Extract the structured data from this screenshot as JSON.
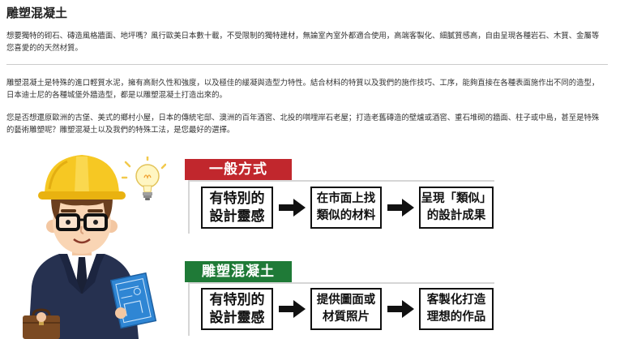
{
  "page": {
    "title": "雕塑混凝土"
  },
  "intro": {
    "lines": [
      "想要獨特的砌石、磚造風格牆面、地坪嗎？風行歐美日本數十載，不受限制的獨特建材，無論室內室外都適合使用，高端客製化、細膩質感高，自由呈現各種岩石、木質、金屬等",
      "您喜愛的的天然材質。"
    ]
  },
  "description": {
    "lines": [
      "雕塑混凝土是特殊的進口輕質水泥，擁有高耐久性和強度，以及極佳的緩凝與造型力特性。結合材料的特質以及我們的施作技巧、工序，能夠直接在各種表面施作出不同的造型，",
      "日本迪士尼的各種城堡外牆造型，都是以雕塑混凝土打造出來的。"
    ]
  },
  "invitation": {
    "lines": [
      "您是否想還原歐洲的古堡、美式的鄉村小屋，日本的傳統宅邸、澳洲的百年酒窖、北投的唭哩岸石老屋；打造老舊磚造的壁爐或酒窖、重石堆砌的牆面、柱子或中島，甚至是特殊",
      "的藝術雕塑呢？雕塑混凝土以及我們的特殊工法，是您最好的選擇。"
    ]
  },
  "diagram": {
    "conventional": {
      "label": "一般方式",
      "steps": [
        {
          "line1": "有特別的",
          "line2": "設計靈感"
        },
        {
          "line1": "在市面上找",
          "line2": "類似的材料"
        },
        {
          "line1": "呈現「類似」",
          "line2": "的設計成果"
        }
      ]
    },
    "sculpted": {
      "label": "雕塑混凝土",
      "steps": [
        {
          "line1": "有特別的",
          "line2": "設計靈感"
        },
        {
          "line1": "提供圖面或",
          "line2": "材質照片"
        },
        {
          "line1": "客製化打造",
          "line2": "理想的作品"
        }
      ]
    }
  },
  "colors": {
    "text": "#333333",
    "title": "#222222",
    "conventional_label": "#c1272d",
    "sculpted_label": "#1f7a37",
    "box_border": "#111111",
    "hard_hat": "#f6c823",
    "suit": "#263150",
    "blueprint": "#2f86d4"
  },
  "icons": {
    "worker": "worker-illustration",
    "bulb": "light-bulb-icon",
    "arrow": "right-arrow-icon",
    "blueprint": "blueprint-icon",
    "briefcase": "briefcase-icon"
  }
}
